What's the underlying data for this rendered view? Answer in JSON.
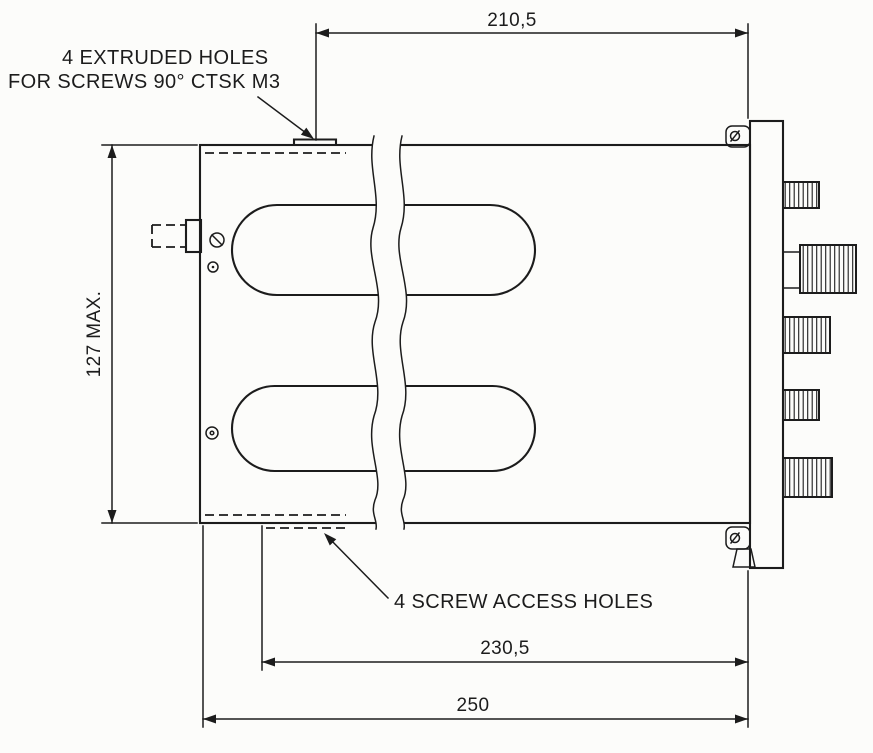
{
  "labels": {
    "extruded_holes_line1": "4 EXTRUDED HOLES",
    "extruded_holes_line2": "FOR SCREWS 90° CTSK M3",
    "screw_access_holes": "4 SCREW ACCESS HOLES"
  },
  "dimensions": {
    "top_width": "210,5",
    "left_height": "127 MAX.",
    "bottom_inner_width": "230,5",
    "overall_width": "250"
  },
  "colors": {
    "ink": "#1c1c1c",
    "paper": "#fcfcfa"
  }
}
